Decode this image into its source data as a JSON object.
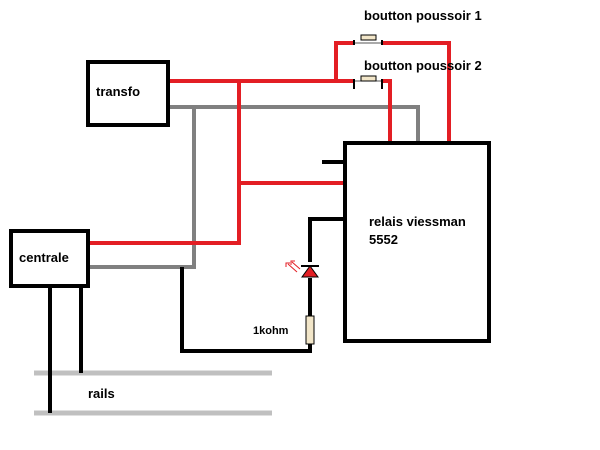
{
  "labels": {
    "transfo": "transfo",
    "centrale": "centrale",
    "relais_line1": "relais viessman",
    "relais_line2": "5552",
    "boutton1": "boutton poussoir 1",
    "boutton2": "boutton poussoir 2",
    "resistor": "1kohm",
    "rails": "rails"
  },
  "colors": {
    "red_wire": "#e31e24",
    "gray_wire": "#808080",
    "black_wire": "#000000",
    "rail": "#c0c0c0",
    "resistor_fill": "#f2e6c9",
    "button_fill": "#f2e6c9",
    "led": "#e31e24"
  }
}
